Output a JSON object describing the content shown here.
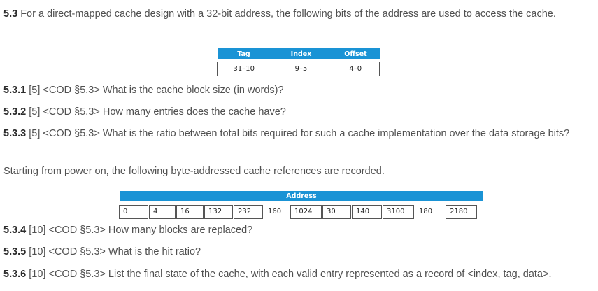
{
  "intro": {
    "num": "5.3",
    "text": " For a direct-mapped cache design with a 32-bit address, the following bits of the address are used to access the cache."
  },
  "bits_table": {
    "headers": [
      "Tag",
      "Index",
      "Offset"
    ],
    "values": [
      "31–10",
      "9–5",
      "4–0"
    ]
  },
  "q531": {
    "num": "5.3.1",
    "text": " [5] <COD §5.3> What is the cache block size (in words)?"
  },
  "q532": {
    "num": "5.3.2",
    "text": " [5] <COD §5.3> How many entries does the cache have?"
  },
  "q533": {
    "num": "5.3.3",
    "text": " [5] <COD §5.3> What is the ratio between total bits required for such a cache implementation over the data storage bits?"
  },
  "starting": "Starting from power on, the following byte-addressed cache references are recorded.",
  "address_table": {
    "header": "Address",
    "values": [
      "0",
      "4",
      "16",
      "132",
      "232",
      "160",
      "1024",
      "30",
      "140",
      "3100",
      "180",
      "2180"
    ]
  },
  "q534": {
    "num": "5.3.4",
    "text": " [10] <COD §5.3> How many blocks are replaced?"
  },
  "q535": {
    "num": "5.3.5",
    "text": " [10] <COD §5.3> What is the hit ratio?"
  },
  "q536": {
    "num": "5.3.6",
    "text": " [10] <COD §5.3> List the final state of the cache, with each valid entry represented as a record of <index, tag, data>."
  }
}
